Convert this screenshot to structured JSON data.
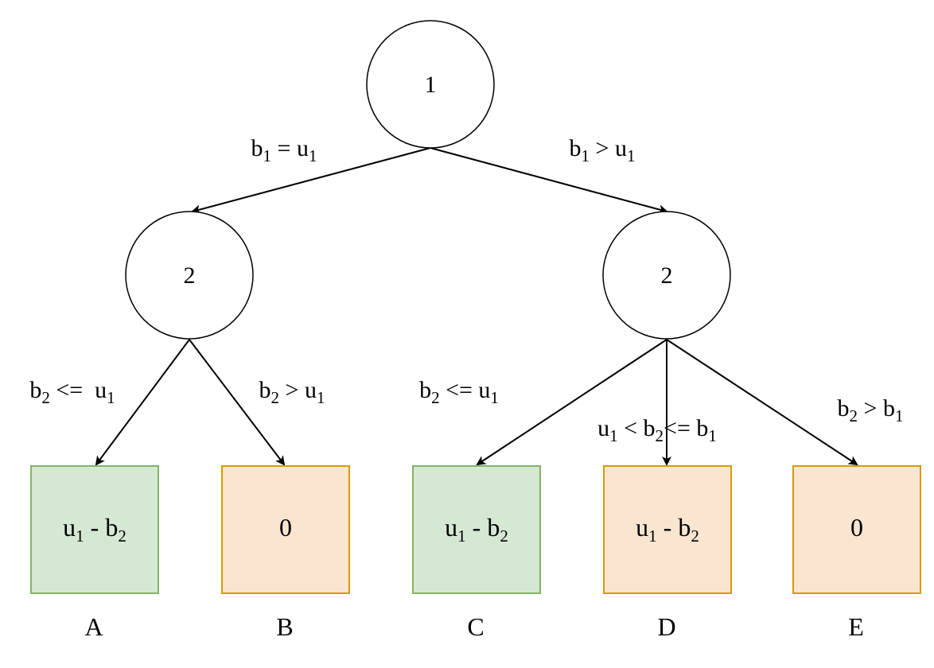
{
  "nodes": {
    "root": {
      "label": "1"
    },
    "left": {
      "label": "2"
    },
    "right": {
      "label": "2"
    }
  },
  "edges": {
    "root_left": {
      "parts": [
        [
          "b",
          "n"
        ],
        [
          "1",
          "s"
        ],
        [
          " = u",
          "n"
        ],
        [
          "1",
          "s"
        ]
      ]
    },
    "root_right": {
      "parts": [
        [
          "b",
          "n"
        ],
        [
          "1",
          "s"
        ],
        [
          " > u",
          "n"
        ],
        [
          "1",
          "s"
        ]
      ]
    },
    "left_a": {
      "parts": [
        [
          "b",
          "n"
        ],
        [
          "2",
          "s"
        ],
        [
          " <=  u",
          "n"
        ],
        [
          "1",
          "s"
        ]
      ]
    },
    "left_b": {
      "parts": [
        [
          "b",
          "n"
        ],
        [
          "2",
          "s"
        ],
        [
          " > u",
          "n"
        ],
        [
          "1",
          "s"
        ]
      ]
    },
    "right_c": {
      "parts": [
        [
          "b",
          "n"
        ],
        [
          "2",
          "s"
        ],
        [
          " <= u",
          "n"
        ],
        [
          "1",
          "s"
        ]
      ]
    },
    "right_d": {
      "parts": [
        [
          "u",
          "n"
        ],
        [
          "1",
          "s"
        ],
        [
          " < b",
          "n"
        ],
        [
          "2",
          "s"
        ],
        [
          "<= b",
          "n"
        ],
        [
          "1",
          "s"
        ]
      ]
    },
    "right_e": {
      "parts": [
        [
          "b",
          "n"
        ],
        [
          "2",
          "s"
        ],
        [
          " > b",
          "n"
        ],
        [
          "1",
          "s"
        ]
      ]
    }
  },
  "leaves": [
    {
      "id": "A",
      "parts": [
        [
          "u",
          "n"
        ],
        [
          "1",
          "s"
        ],
        [
          " - b",
          "n"
        ],
        [
          "2",
          "s"
        ]
      ],
      "fill": "#d5e8d4",
      "stroke": "#82b366"
    },
    {
      "id": "B",
      "parts": [
        [
          "0",
          "n"
        ]
      ],
      "fill": "#fae5d0",
      "stroke": "#d79b00"
    },
    {
      "id": "C",
      "parts": [
        [
          "u",
          "n"
        ],
        [
          "1",
          "s"
        ],
        [
          " - b",
          "n"
        ],
        [
          "2",
          "s"
        ]
      ],
      "fill": "#d5e8d4",
      "stroke": "#82b366"
    },
    {
      "id": "D",
      "parts": [
        [
          "u",
          "n"
        ],
        [
          "1",
          "s"
        ],
        [
          " - b",
          "n"
        ],
        [
          "2",
          "s"
        ]
      ],
      "fill": "#fae5d0",
      "stroke": "#d79b00"
    },
    {
      "id": "E",
      "parts": [
        [
          "0",
          "n"
        ]
      ],
      "fill": "#fae5d0",
      "stroke": "#d79b00"
    }
  ]
}
